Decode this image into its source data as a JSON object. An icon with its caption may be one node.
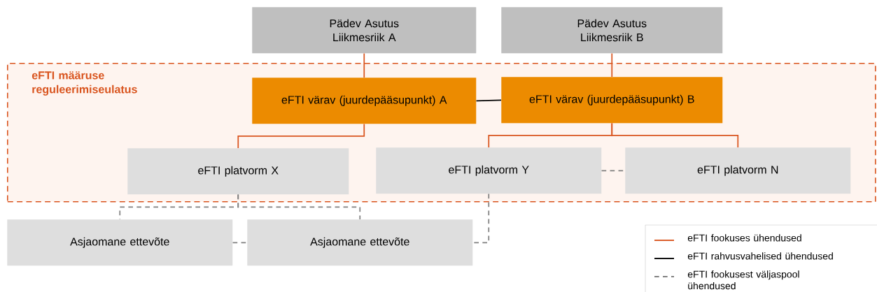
{
  "diagram": {
    "nodes": [
      {
        "text": [
          "Pädev Asutus Liikmesriik A"
        ]
      },
      {
        "text": [
          "Pädev Asutus Liikmesriik B"
        ]
      },
      {
        "text": [
          "eFTI määruse reguleerimiseulatus"
        ]
      },
      {
        "text": [
          "eFTI värav (juurdepääsupunkt) A"
        ],
        "in": 2
      },
      {
        "text": [
          "eFTI värav (juurdepääsupunkt) B"
        ],
        "in": 2
      },
      {
        "text": [
          "eFTI platvorm X"
        ],
        "in": 2
      },
      {
        "text": [
          "eFTI platvorm Y"
        ],
        "in": 2
      },
      {
        "text": [
          "eFTI platvorm N"
        ],
        "in": 2
      },
      {
        "text": [
          "Asjaomane ettevõte"
        ]
      },
      {
        "text": [
          "Asjaomane ettevõte"
        ]
      }
    ],
    "edges": [
      {
        "from": 0,
        "to": 3,
        "arrow": "none"
      },
      {
        "from": 1,
        "to": 4,
        "arrow": "none"
      },
      {
        "from": 3,
        "to": 4,
        "arrow": "none",
        "color": "#000000"
      },
      {
        "from": 3,
        "to": 5,
        "arrow": "none"
      },
      {
        "from": 4,
        "to": 6,
        "arrow": "none"
      },
      {
        "from": 4,
        "to": 7,
        "arrow": "none"
      },
      {
        "from": 6,
        "to": 7,
        "arrow": "none",
        "style": "dashed",
        "color": "#808080"
      },
      {
        "from": 5,
        "to": 8,
        "arrow": "none",
        "style": "dashed",
        "color": "#808080"
      },
      {
        "from": 5,
        "to": 9,
        "arrow": "none",
        "style": "dashed",
        "color": "#808080"
      },
      {
        "from": 8,
        "to": 9,
        "arrow": "none",
        "style": "dashed",
        "color": "#808080"
      },
      {
        "from": 6,
        "to": 9,
        "arrow": "none",
        "style": "dashed",
        "color": "#808080"
      }
    ],
    "legend": [
      {
        "text": "eFTI fookuses ühendused"
      },
      {
        "text": "eFTI rahvusvahelised ühendused"
      },
      {
        "text": "eFTI fookusest väljaspool ühendused"
      }
    ]
  }
}
